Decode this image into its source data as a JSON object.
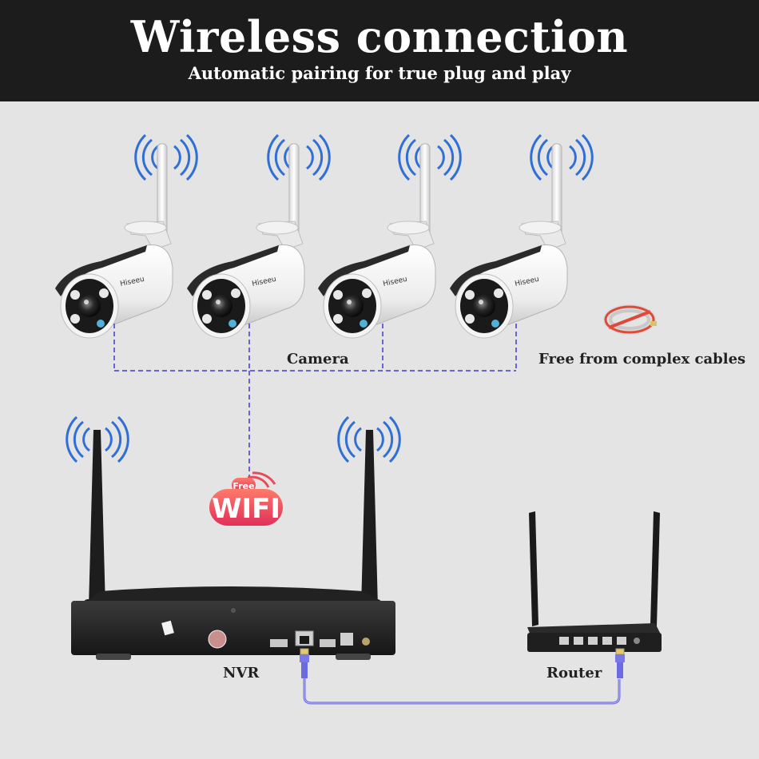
{
  "header": {
    "title": "Wireless connection",
    "subtitle": "Automatic pairing for true plug and play"
  },
  "labels": {
    "camera": "Camera",
    "cables": "Free from complex cables",
    "nvr": "NVR",
    "router": "Router"
  },
  "camera_brand": "Hiseeu",
  "wifi_badge": {
    "small": "Free",
    "big": "WIFI"
  },
  "colors": {
    "header_bg": "#1c1c1c",
    "background": "#e4e4e4",
    "signal_blue": "#2f6fd6",
    "link_purple": "#6a63d6",
    "ethernet_purple": "#6b6ae0",
    "wifi_badge_red": "#e43b5a"
  },
  "icons": [
    "wireless-signal-icon",
    "camera-icon",
    "cable-icon",
    "nvr-icon",
    "router-icon",
    "ethernet-plug-icon",
    "wifi-badge-icon"
  ]
}
